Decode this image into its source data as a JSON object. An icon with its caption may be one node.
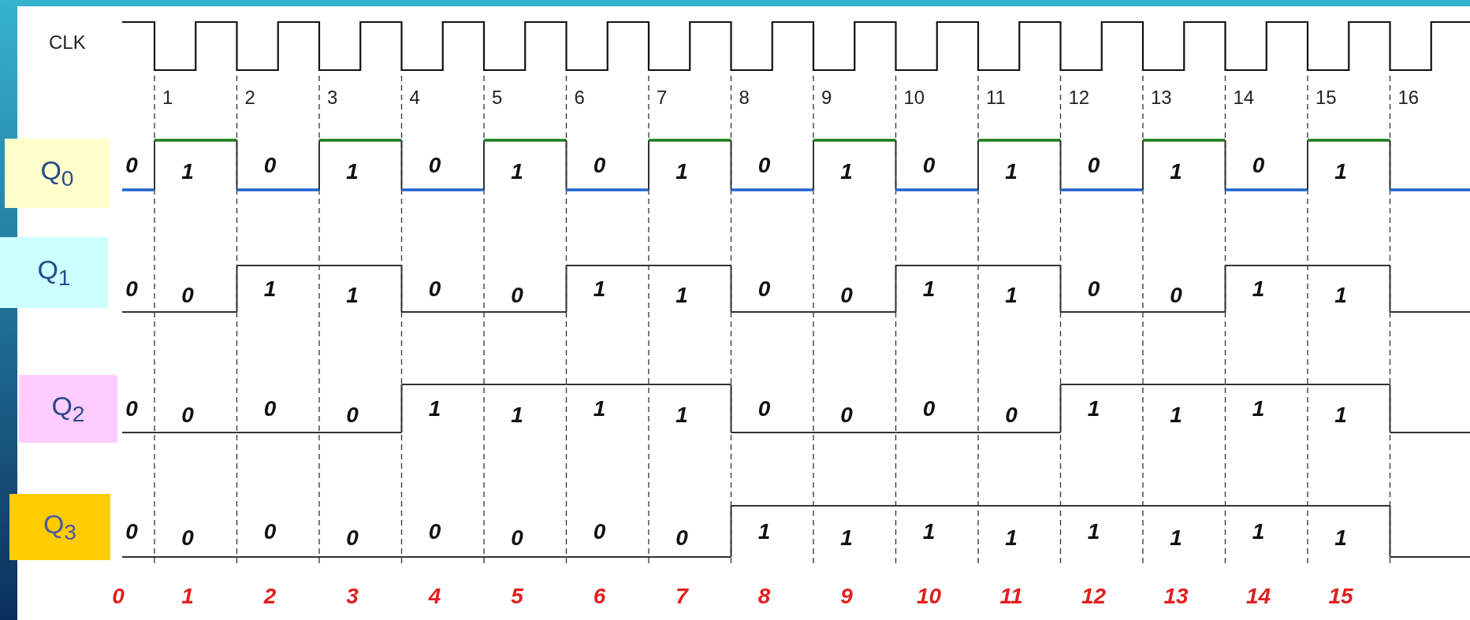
{
  "diagram": {
    "nodes": [
      {
        "text": [
          "Q$_{0}$"
        ]
      },
      {
        "text": [
          "Q$_{1}$"
        ]
      },
      {
        "text": [
          "Q$_{2}$"
        ]
      },
      {
        "text": [
          "Q$_{3}$"
        ]
      }
    ],
    "labels": [
      "CLK",
      "1",
      "2",
      "3",
      "4",
      "5",
      "6",
      "7",
      "8",
      "9",
      "10",
      "11",
      "12",
      "13",
      "14",
      "15",
      "16",
      "0",
      "1",
      "0",
      "1",
      "0",
      "1",
      "0",
      "1",
      "0",
      "1",
      "0",
      "1",
      "0",
      "1",
      "0",
      "1",
      "0",
      "0",
      "1",
      "1",
      "0",
      "0",
      "1",
      "1",
      "0",
      "0",
      "1",
      "1",
      "0",
      "0",
      "1",
      "1",
      "0",
      "0",
      "0",
      "0",
      "1",
      "1",
      "1",
      "1",
      "0",
      "0",
      "0",
      "0",
      "1",
      "1",
      "1",
      "1",
      "0",
      "0",
      "0",
      "0",
      "0",
      "0",
      "0",
      "0",
      "1",
      "1",
      "1",
      "1",
      "1",
      "1",
      "1",
      "1",
      "0",
      "1",
      "2",
      "3",
      "4",
      "5",
      "6",
      "7",
      "8",
      "9",
      "10",
      "11",
      "12",
      "13",
      "14",
      "15"
    ]
  }
}
